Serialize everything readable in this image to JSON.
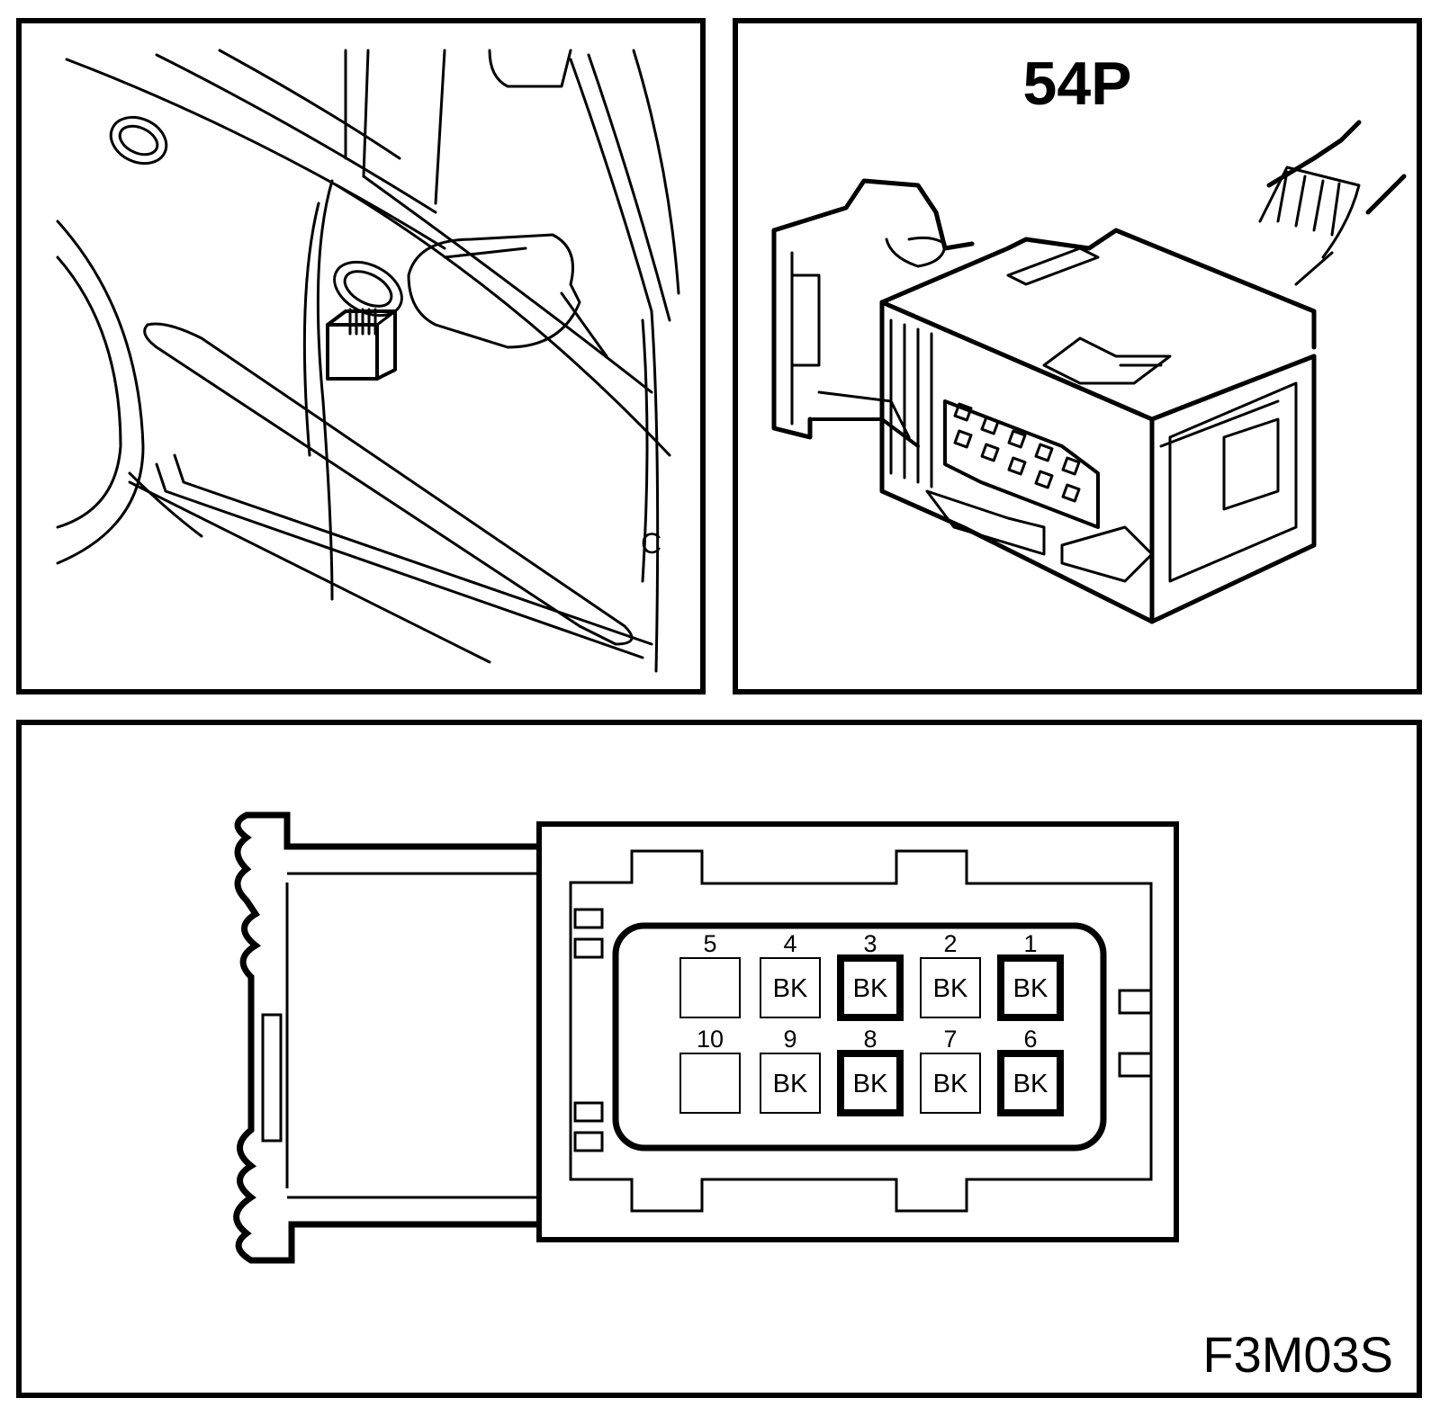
{
  "door_panel": {
    "marker_letter": "C"
  },
  "connector_panel": {
    "label": "54P"
  },
  "pinout": {
    "figure_code": "F3M03S",
    "pins": [
      {
        "num": "5",
        "wire": "",
        "emphasized": false
      },
      {
        "num": "4",
        "wire": "BK",
        "emphasized": false
      },
      {
        "num": "3",
        "wire": "BK",
        "emphasized": true
      },
      {
        "num": "2",
        "wire": "BK",
        "emphasized": false
      },
      {
        "num": "1",
        "wire": "BK",
        "emphasized": true
      },
      {
        "num": "10",
        "wire": "",
        "emphasized": false
      },
      {
        "num": "9",
        "wire": "BK",
        "emphasized": false
      },
      {
        "num": "8",
        "wire": "BK",
        "emphasized": true
      },
      {
        "num": "7",
        "wire": "BK",
        "emphasized": false
      },
      {
        "num": "6",
        "wire": "BK",
        "emphasized": true
      }
    ]
  }
}
